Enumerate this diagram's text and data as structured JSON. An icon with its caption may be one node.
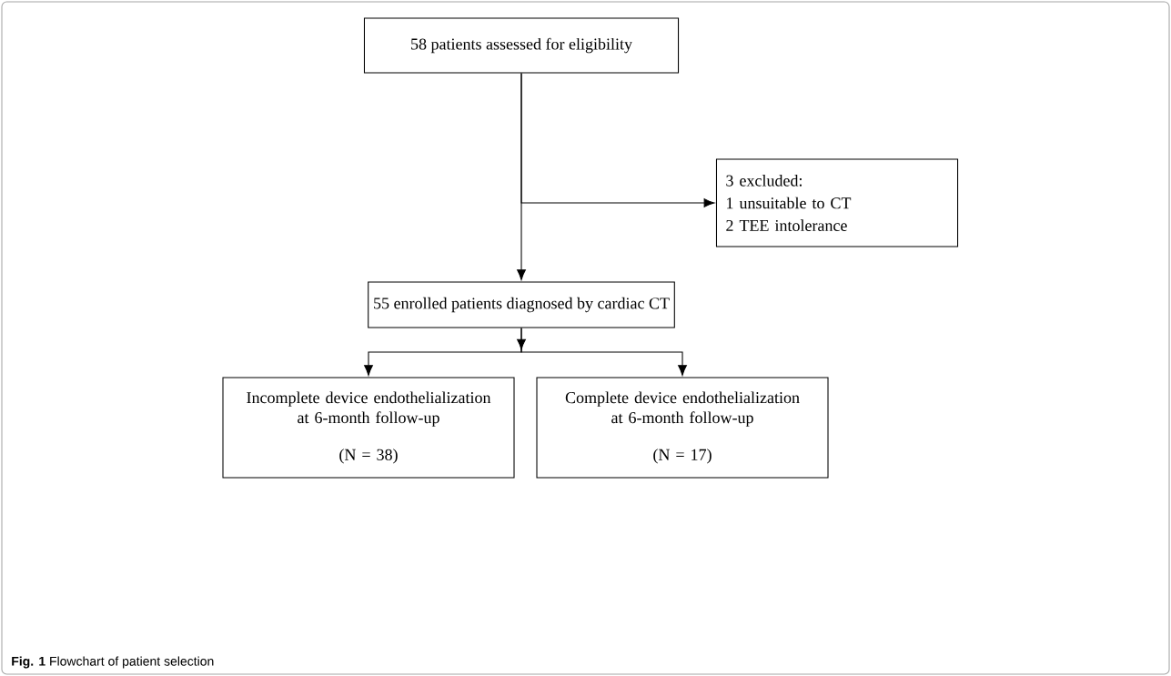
{
  "diagram": {
    "caption": "**Fig. 1** Flowchart of patient selection",
    "nodes": [
      {
        "text": [
          "58 patients assessed for eligibility"
        ]
      },
      {
        "text": [
          "3 excluded:",
          "1 unsuitable to CT",
          "2 TEE intolerance"
        ]
      },
      {
        "text": [
          "55 enrolled patients diagnosed by cardiac CT"
        ]
      },
      {
        "text": [
          "Incomplete device endothelialization at 6-month follow-up",
          "(N = 38)"
        ]
      },
      {
        "text": [
          "Complete device endothelialization at 6-month follow-up",
          "(N = 17)"
        ]
      }
    ],
    "edges": [
      {
        "from": 0,
        "to": 2,
        "arrow": "to"
      },
      {
        "from": 0,
        "to": 1,
        "arrow": "to"
      },
      {
        "from": 2,
        "to": 3,
        "arrow": "to"
      },
      {
        "from": 2,
        "to": 4,
        "arrow": "to"
      }
    ]
  }
}
